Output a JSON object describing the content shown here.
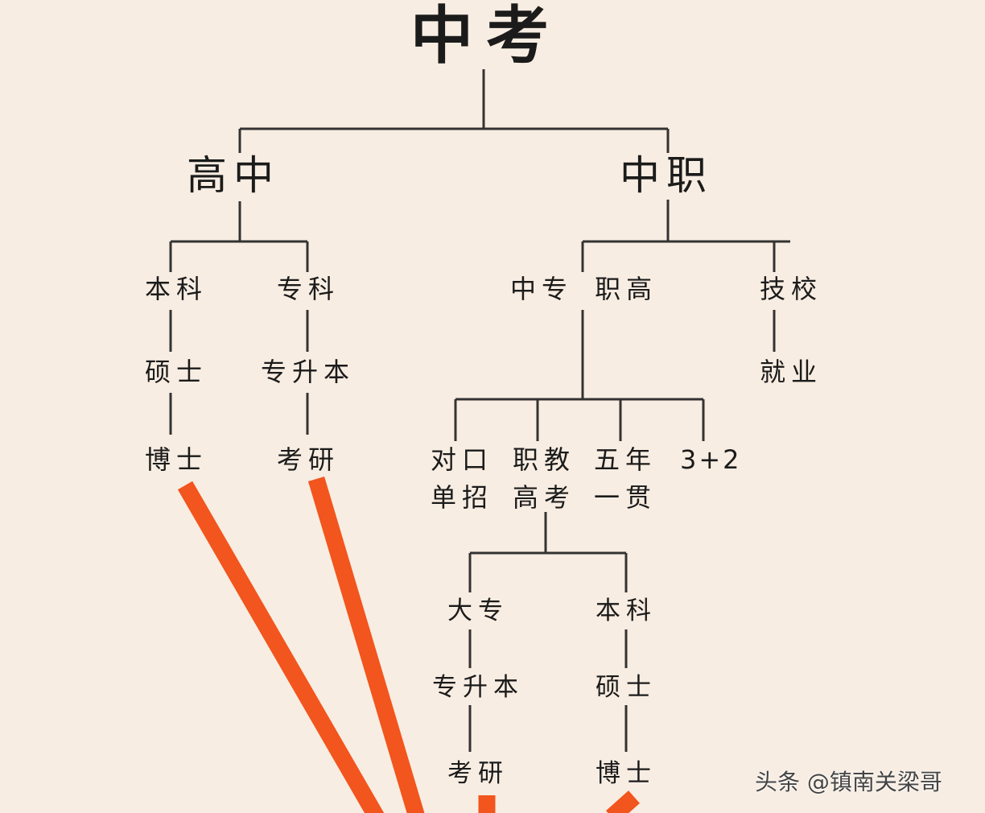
{
  "root": "中考",
  "branches": {
    "high_school": {
      "label": "高中",
      "undergrad": {
        "label": "本科",
        "master": "硕士",
        "doctor": "博士"
      },
      "junior_college": {
        "label": "专科",
        "upgrade": "专升本",
        "postgrad": "考研"
      }
    },
    "vocational": {
      "label": "中职",
      "secondary": {
        "label": "中专 职高",
        "routes": {
          "counterpart": [
            "对口",
            "单招"
          ],
          "vocational_exam": [
            "职教",
            "高考"
          ],
          "five_year": [
            "五年",
            "一贯"
          ],
          "three_plus_two": "3+2"
        },
        "college": {
          "label": "大专",
          "upgrade": "专升本",
          "postgrad": "考研"
        },
        "bachelor": {
          "label": "本科",
          "master": "硕士",
          "doctor": "博士"
        }
      },
      "tech_school": {
        "label": "技校",
        "job": "就业"
      }
    }
  },
  "watermark": "头条 @镇南关梁哥",
  "colors": {
    "background": "#f8ede2",
    "line": "#333333",
    "highlight": "#f2551d"
  }
}
